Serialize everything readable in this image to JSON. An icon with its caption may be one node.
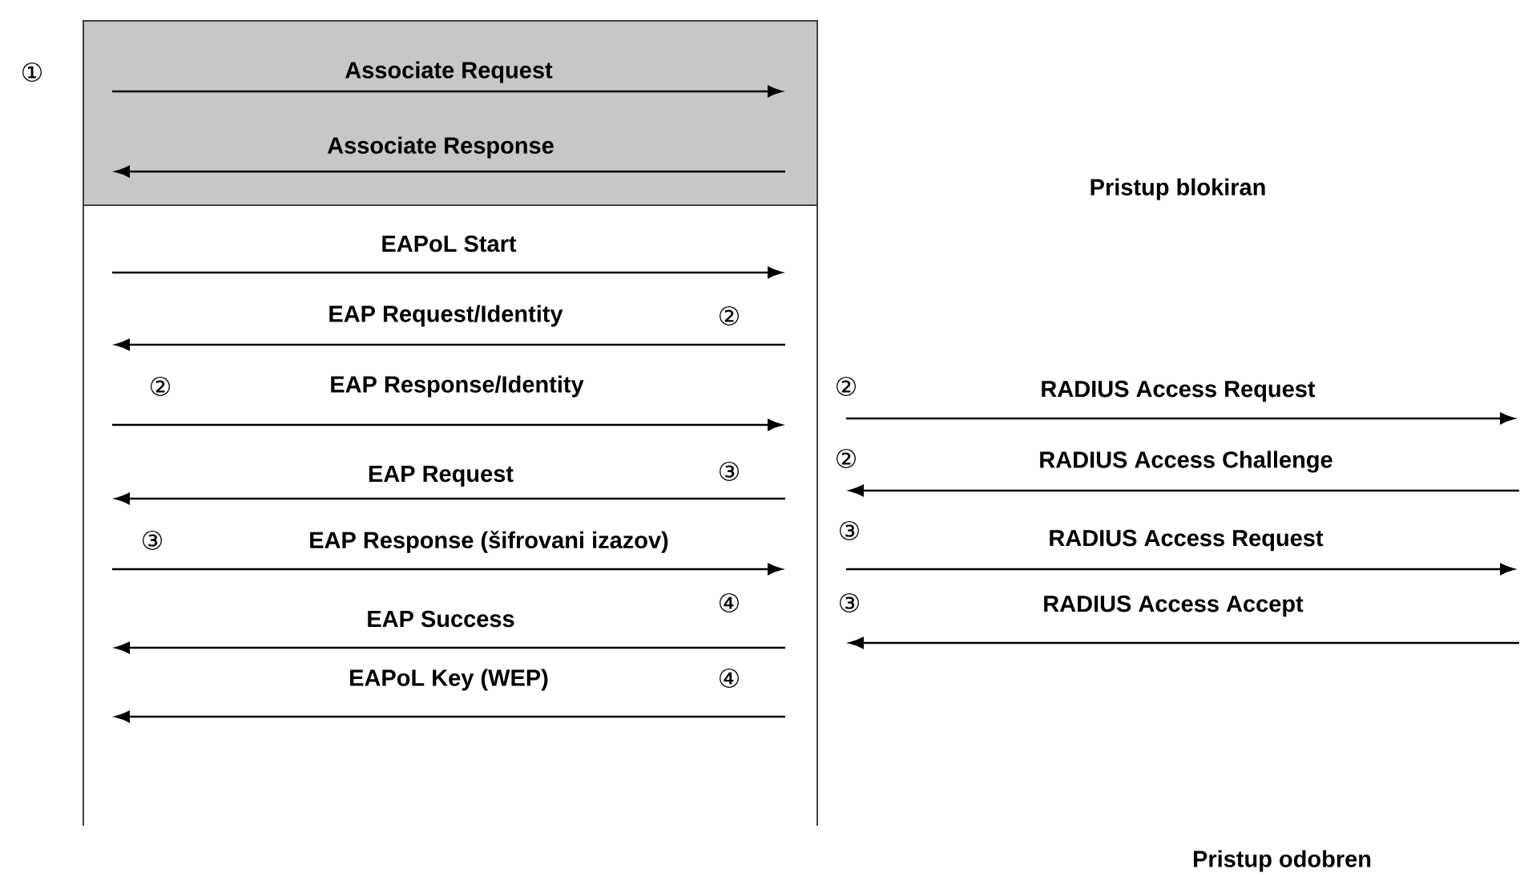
{
  "diagram": {
    "labels": [
      "①",
      "Associate Request",
      "Associate Response",
      "Pristup blokiran",
      "EAPoL Start",
      "EAP Request/Identity",
      "②",
      "②",
      "EAP Response/Identity",
      "②",
      "RADIUS Access Request",
      "EAP Request",
      "③",
      "②",
      "RADIUS Access Challenge",
      "③",
      "EAP Response (šifrovani izazov)",
      "③",
      "RADIUS Access Request",
      "④",
      "EAP Success",
      "③",
      "RADIUS Access Accept",
      "EAPoL Key (WEP)",
      "④",
      "Pristup odobren"
    ]
  }
}
